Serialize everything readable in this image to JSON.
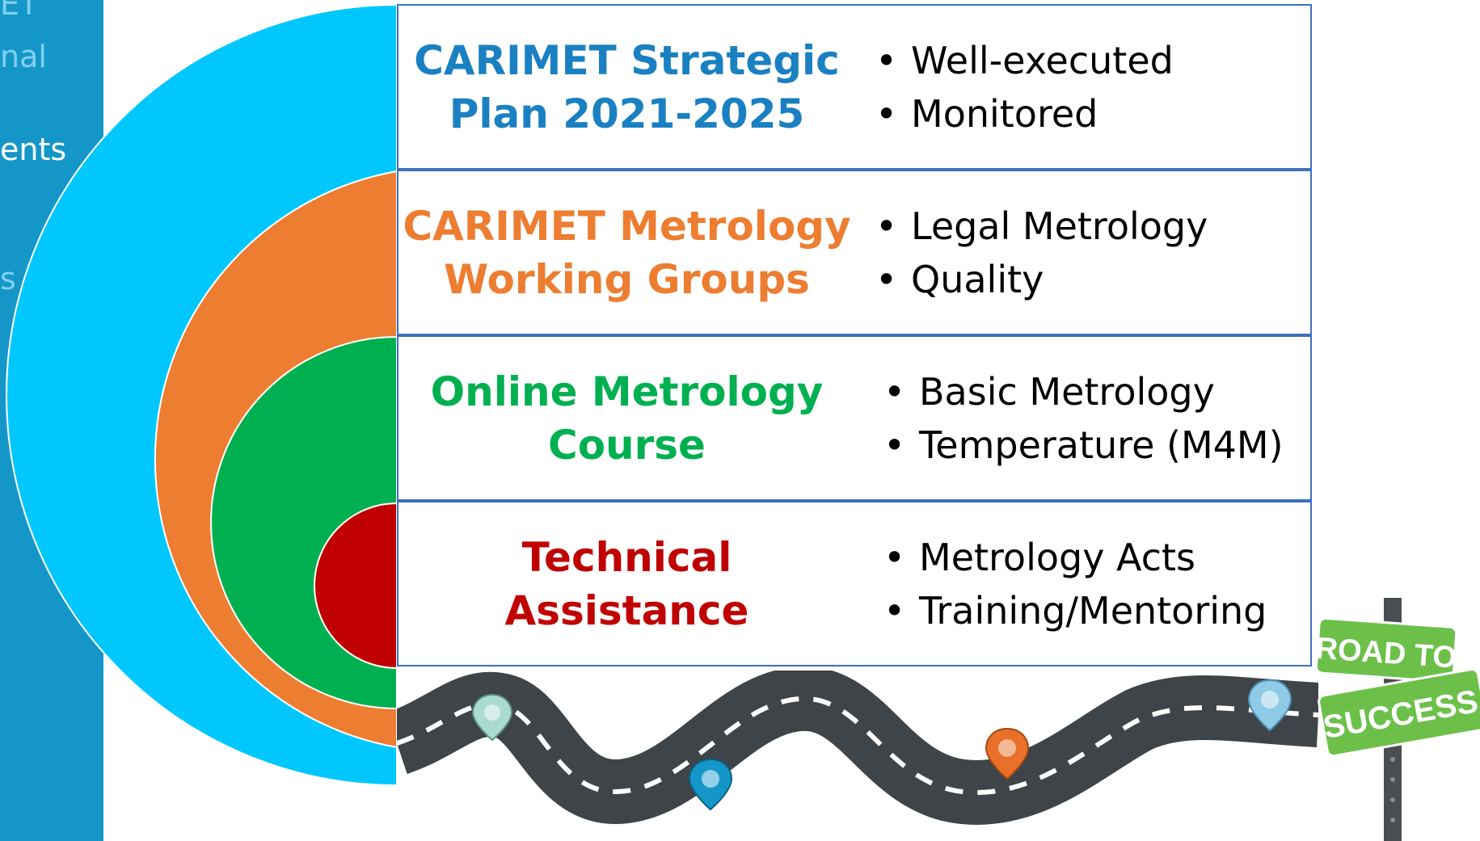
{
  "sidebar": {
    "fragments": [
      {
        "text": "ET",
        "color": "#7fd1f0"
      },
      {
        "text": "nal",
        "color": "#7fd1f0"
      },
      {
        "text": "ents",
        "color": "#ffffff"
      },
      {
        "text": "s",
        "color": "#7fd1f0"
      }
    ]
  },
  "colors": {
    "sidebar": "#1596c8",
    "outer_ring": "#00c8ff",
    "ring2": "#ed7d31",
    "ring3": "#00b050",
    "core": "#c00000",
    "tier_border": "#3f6fc0",
    "road": "#3f4448"
  },
  "tiers": [
    {
      "title_lines": [
        "CARIMET Strategic",
        "Plan 2021-2025"
      ],
      "title_color": "#1a80c2",
      "bullets": [
        "Well-executed",
        "Monitored"
      ]
    },
    {
      "title_lines": [
        "CARIMET Metrology",
        "Working Groups"
      ],
      "title_color": "#ed7d31",
      "bullets": [
        "Legal Metrology",
        "Quality"
      ]
    },
    {
      "title_lines": [
        "Online Metrology",
        "Course"
      ],
      "title_color": "#00b050",
      "bullets": [
        "Basic Metrology",
        "Temperature (M4M)"
      ]
    },
    {
      "title_lines": [
        "Technical Assistance"
      ],
      "title_color": "#c00000",
      "bullets": [
        "Metrology Acts",
        "Training/Mentoring"
      ]
    }
  ],
  "bullet_symbol": "•",
  "road": {
    "pins": [
      {
        "icon": "map-pin-icon",
        "color": "#a9dccf"
      },
      {
        "icon": "map-pin-icon",
        "color": "#1596c8"
      },
      {
        "icon": "map-pin-icon",
        "color": "#e8702a"
      },
      {
        "icon": "map-pin-icon",
        "color": "#8fcbe6"
      }
    ]
  },
  "sign": {
    "top_text": "ROAD TO",
    "bottom_text": "SUCCESS",
    "color": "#6cc04a"
  }
}
